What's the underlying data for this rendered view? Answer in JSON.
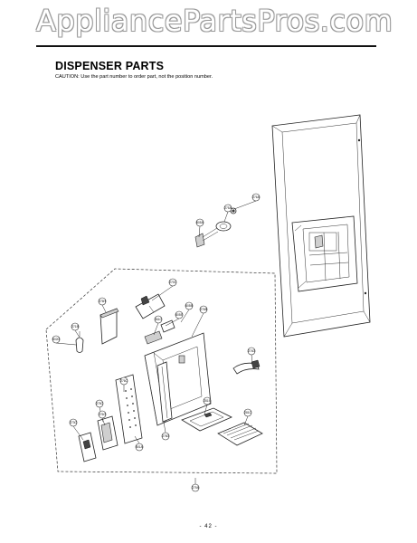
{
  "watermark": "AppliancePartsPros.com",
  "title": "DISPENSER PARTS",
  "caution": "CAUTION: Use the part number to order part, not the position number.",
  "page_number": "- 42 -",
  "callouts": [
    "276A",
    "275A",
    "605A",
    "276H",
    "270C",
    "271B",
    "602D",
    "361C",
    "605E",
    "605B",
    "276B",
    "274D",
    "276C",
    "275C",
    "276G",
    "273C",
    "281B",
    "281C",
    "276D",
    "501A",
    "279A"
  ]
}
